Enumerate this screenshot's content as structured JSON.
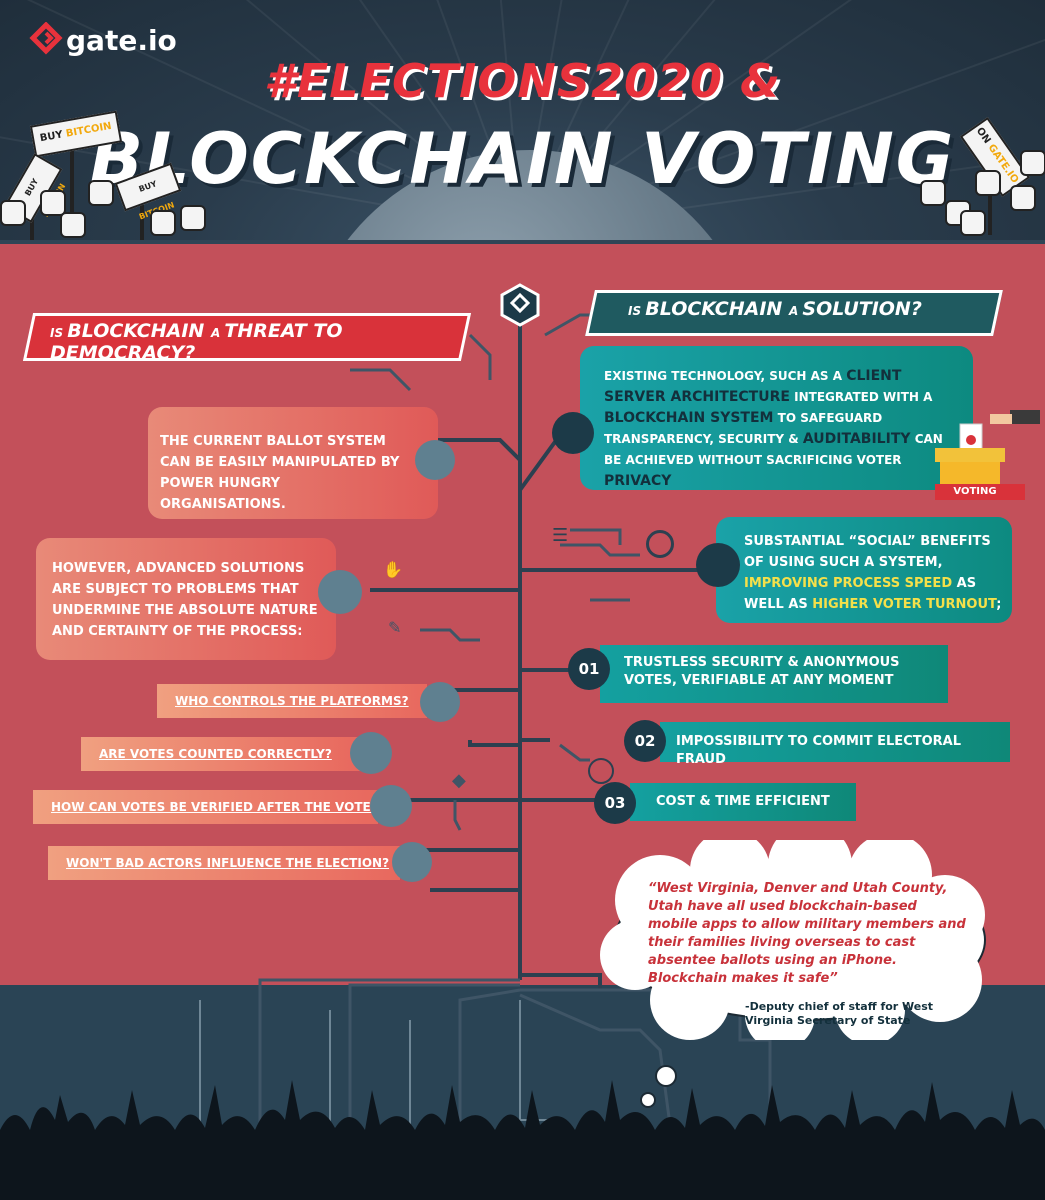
{
  "brand": {
    "name": "gate.io"
  },
  "title": {
    "line1": "#ELECTIONS2020 &",
    "line2": "BLOCKCHAIN VOTING"
  },
  "signs": {
    "left_top": {
      "a": "BUY ",
      "b": "BITCOIN"
    },
    "left_mid": {
      "a": "BUY ",
      "b": "BITCOIN"
    },
    "left_small": {
      "a": "BUY ",
      "b": "BITCOIN"
    },
    "right": {
      "a": "ON ",
      "b": "GATE.IO"
    }
  },
  "left": {
    "banner": {
      "is": "IS ",
      "blockchain": "BLOCKCHAIN ",
      "a": "A ",
      "rest": "THREAT TO DEMOCRACY?"
    },
    "card1": "THE CURRENT BALLOT SYSTEM CAN BE EASILY MANIPULATED BY POWER HUNGRY ORGANISATIONS.",
    "card2": "HOWEVER, ADVANCED SOLUTIONS ARE SUBJECT TO PROBLEMS THAT UNDERMINE THE ABSOLUTE NATURE AND CERTAINTY OF THE PROCESS:",
    "questions": [
      "WHO CONTROLS THE PLATFORMS?",
      " ARE VOTES COUNTED CORRECTLY?",
      "HOW CAN VOTES BE VERIFIED AFTER THE VOTE?",
      "WON'T BAD ACTORS  INFLUENCE THE ELECTION?"
    ]
  },
  "right": {
    "banner": {
      "is": "IS ",
      "blockchain": "BLOCKCHAIN ",
      "a": "A ",
      "rest": "SOLUTION?"
    },
    "card1": {
      "t1": "EXISTING TECHNOLOGY, SUCH AS A ",
      "t2": "CLIENT SERVER ARCHITECTURE",
      "t3": " INTEGRATED WITH A ",
      "t4": "BLOCKCHAIN SYSTEM",
      "t5": " TO SAFEGUARD  TRANSPARENCY, SECURITY & ",
      "t6": "AUDITABILITY",
      "t7": " CAN BE ACHIEVED WITHOUT SACRIFICING VOTER ",
      "t8": "PRIVACY"
    },
    "voting_label": "VOTING",
    "card2": {
      "t1": "SUBSTANTIAL “SOCIAL” BENEFITS OF USING SUCH A SYSTEM, ",
      "t2": "IMPROVING PROCESS SPEED",
      "t3": " AS WELL AS ",
      "t4": "HIGHER VOTER TURNOUT",
      "t5": ";"
    },
    "numbered": [
      {
        "n": "01",
        "text": "TRUSTLESS SECURITY & ANONYMOUS VOTES, VERIFIABLE AT ANY MOMENT"
      },
      {
        "n": "02",
        "text": "IMPOSSIBILITY TO COMMIT ELECTORAL FRAUD"
      },
      {
        "n": "03",
        "text": "COST & TIME EFFICIENT"
      }
    ]
  },
  "quote": {
    "text": "“West Virginia, Denver and Utah County, Utah have all used blockchain-based mobile apps to allow military members and their families living overseas to cast absentee ballots using an iPhone. Blockchain makes it safe”",
    "attribution": "-Deputy chief of staff for West Virginia Secretary of State"
  },
  "colors": {
    "panel": "#c3505a",
    "teal": "#1aa2a8",
    "dark": "#1c3a48",
    "red": "#d9323a",
    "yellow": "#f5e04a"
  }
}
